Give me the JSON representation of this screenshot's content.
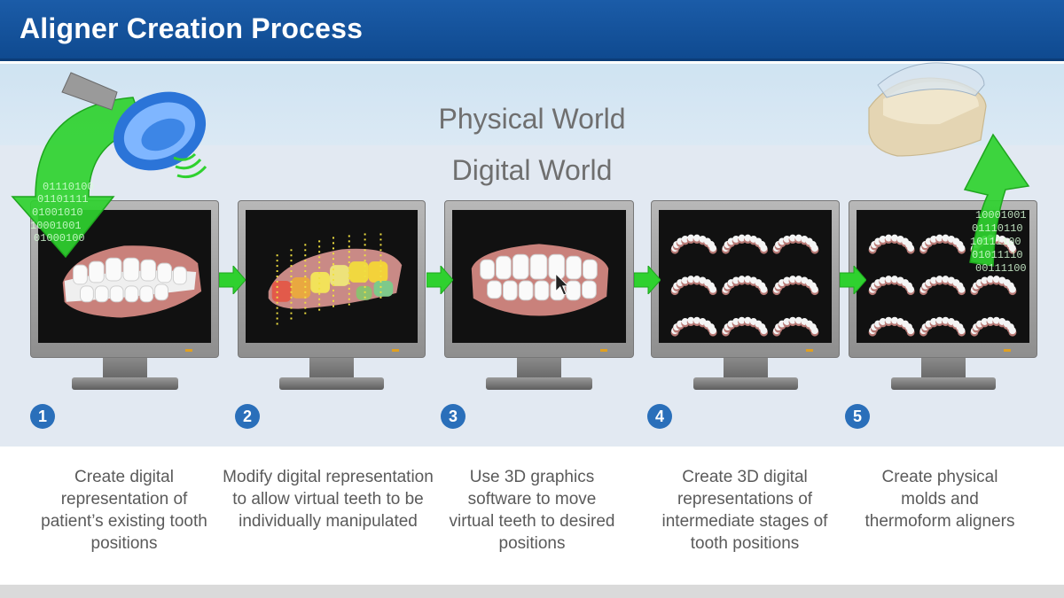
{
  "header": {
    "title": "Aligner Creation Process"
  },
  "bands": {
    "physical_label": "Physical World",
    "digital_label": "Digital World"
  },
  "steps": [
    {
      "number": "1",
      "text": "Create digital representation of patient’s existing tooth positions"
    },
    {
      "number": "2",
      "text": "Modify digital representation to allow virtual teeth to be individually manipulated"
    },
    {
      "number": "3",
      "text": "Use 3D graphics software to move virtual teeth to desired positions"
    },
    {
      "number": "4",
      "text": "Create 3D digital representations of intermediate stages of tooth positions"
    },
    {
      "number": "5",
      "text": "Create physical molds and thermoform aligners"
    }
  ],
  "binary_left": [
    "01110100",
    "01101111",
    "01001010",
    "10001001",
    "01000100"
  ],
  "binary_right": [
    "10001001",
    "01110110",
    "10111100",
    "01011110",
    "00111100"
  ],
  "icons": {
    "impression_tray": "impression-tray-icon",
    "aligner_mold": "aligner-mold-icon",
    "curved_arrow_down": "curved-arrow-down-icon",
    "curved_arrow_up": "curved-arrow-up-icon",
    "arrow_right": "arrow-right-icon",
    "monitor": "monitor-icon"
  },
  "colors": {
    "header_blue": "#15539e",
    "accent_green": "#2fd12f",
    "step_circle": "#2a6fba",
    "text_gray": "#5a5a5a"
  }
}
